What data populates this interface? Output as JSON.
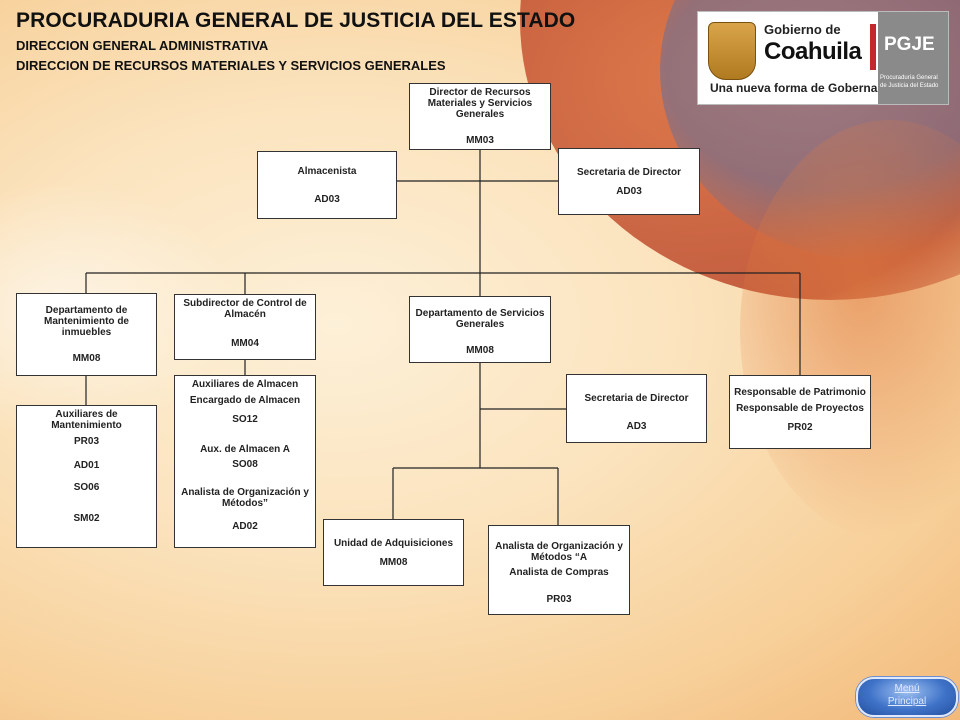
{
  "header": {
    "title": "PROCURADURIA GENERAL DE JUSTICIA DEL ESTADO",
    "subtitle1": "DIRECCION GENERAL ADMINISTRATIVA",
    "subtitle2": "DIRECCION DE RECURSOS MATERIALES Y SERVICIOS GENERALES"
  },
  "logo": {
    "gobierno": "Gobierno de",
    "coahuila": "Coahuila",
    "tagline": "Una nueva forma de Gobernar",
    "pgje": "PGJE",
    "pgje_sub": "Procuraduría General de Justicia del Estado"
  },
  "org": {
    "director": [
      "Director de Recursos",
      "Materiales y Servicios",
      "Generales",
      "MM03"
    ],
    "almacenista": [
      "Almacenista",
      "AD03"
    ],
    "secretaria_director_1": [
      "Secretaria de Director",
      "AD03"
    ],
    "depto_mantenimiento": [
      "Departamento de",
      "Mantenimiento de",
      "inmuebles",
      "MM08"
    ],
    "subdirector_almacen": [
      "Subdirector de Control de",
      "Almacén",
      "MM04"
    ],
    "depto_servicios": [
      "Departamento de Servicios",
      "Generales",
      "MM08"
    ],
    "responsable_patrimonio": [
      "Responsable de Patrimonio",
      "Responsable de Proyectos",
      "PR02"
    ],
    "auxiliares_mantenimiento": [
      "Auxiliares de",
      "Mantenimiento",
      "PR03",
      "AD01",
      "SO06",
      "SM02"
    ],
    "auxiliares_almacen": [
      "Auxiliares de Almacen",
      "Encargado de Almacen",
      "SO12",
      "Aux. de Almacen A",
      "SO08",
      "Analista de Organización y",
      "Métodos”",
      "AD02"
    ],
    "secretaria_director_2": [
      "Secretaria de Director",
      "AD3"
    ],
    "unidad_adquisiciones": [
      "Unidad de Adquisiciones",
      "MM08"
    ],
    "analista_compras": [
      "Analista de Organización y",
      "Métodos “A",
      "Analista de Compras",
      "PR03"
    ]
  },
  "nav": {
    "menu_line1": "Menú",
    "menu_line2": "Principal"
  }
}
